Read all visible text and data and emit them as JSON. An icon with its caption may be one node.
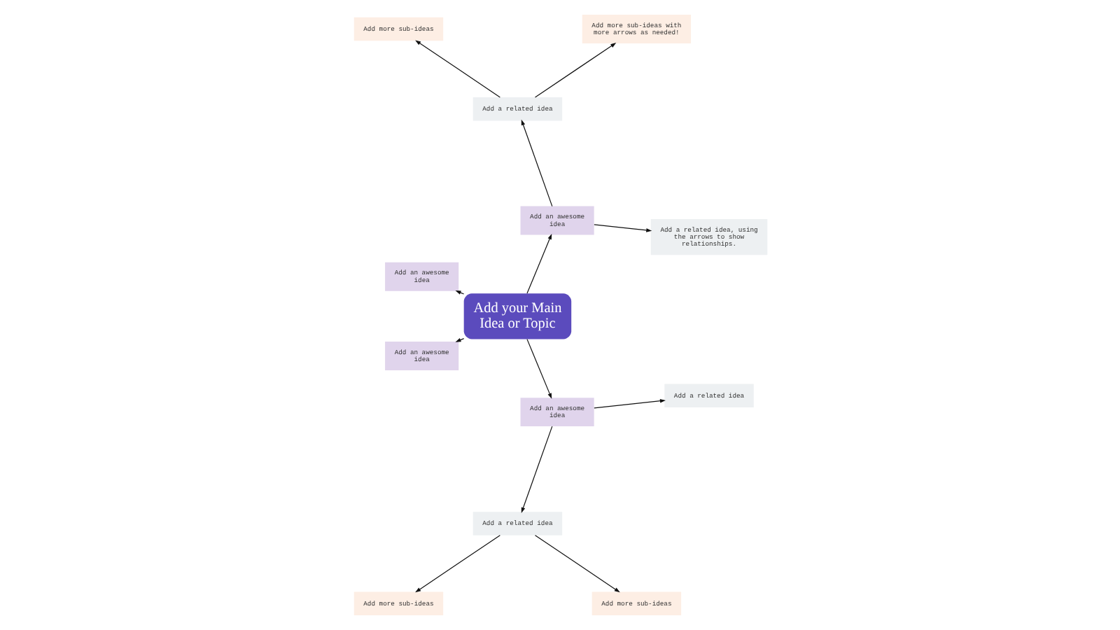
{
  "diagram": {
    "nodes": [
      {
        "text": [
          "Add your Main Idea or Topic"
        ]
      },
      {
        "text": [
          "Add an awesome idea"
        ]
      },
      {
        "text": [
          "Add a related idea, using the arrows to show relationships."
        ]
      },
      {
        "text": [
          "Add a related idea"
        ]
      },
      {
        "text": [
          "Add more sub-ideas with more arrows as needed!"
        ]
      },
      {
        "text": [
          "Add more sub-ideas"
        ]
      },
      {
        "text": [
          "Add an awesome idea"
        ]
      },
      {
        "text": [
          "Add an awesome idea"
        ]
      },
      {
        "text": [
          "Add an awesome idea"
        ]
      },
      {
        "text": [
          "Add a related idea"
        ]
      },
      {
        "text": [
          "Add more sub-ideas"
        ]
      },
      {
        "text": [
          "Add more sub-ideas"
        ]
      },
      {
        "text": [
          "Add a related idea"
        ]
      }
    ],
    "edges": [
      {
        "from": 0,
        "to": 1,
        "arrow": "to"
      },
      {
        "from": 1,
        "to": 2,
        "arrow": "to"
      },
      {
        "from": 1,
        "to": 3,
        "arrow": "to"
      },
      {
        "from": 3,
        "to": 4,
        "arrow": "to"
      },
      {
        "from": 3,
        "to": 5,
        "arrow": "to"
      },
      {
        "from": 0,
        "to": 6,
        "arrow": "to"
      },
      {
        "from": 0,
        "to": 7,
        "arrow": "to"
      },
      {
        "from": 0,
        "to": 8,
        "arrow": "to"
      },
      {
        "from": 8,
        "to": 9,
        "arrow": "to"
      },
      {
        "from": 9,
        "to": 10,
        "arrow": "to"
      },
      {
        "from": 9,
        "to": 11,
        "arrow": "to"
      },
      {
        "from": 8,
        "to": 12,
        "arrow": "to"
      }
    ]
  }
}
